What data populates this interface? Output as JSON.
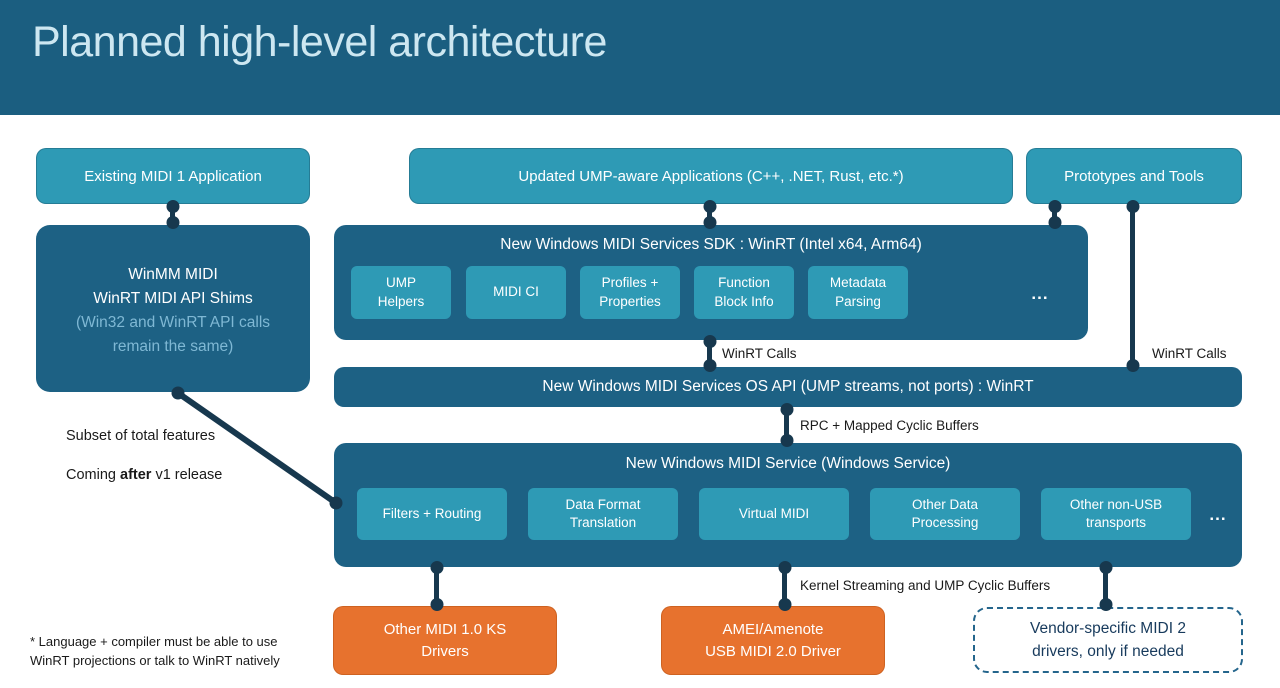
{
  "header": {
    "title": "Planned high-level architecture"
  },
  "colors": {
    "header_bg": "#1B5E80",
    "box_dark": "#1D6184",
    "box_teal": "#2E9AB5",
    "connector": "#17384E",
    "driver_orange": "#E7722E",
    "winmm_note_text": "#7FB8D4",
    "vendor_text": "#173A5C",
    "title_text": "#CDE7F1"
  },
  "top_row": {
    "existing_app": "Existing MIDI 1 Application",
    "updated_apps": "Updated UMP-aware Applications (C++, .NET, Rust, etc.*)",
    "prototypes": "Prototypes and Tools"
  },
  "winmm": {
    "main": "WinMM MIDI\nWinRT MIDI API Shims",
    "note": "(Win32 and WinRT API calls\nremain the same)"
  },
  "sdk": {
    "title": "New Windows MIDI Services SDK : WinRT (Intel x64, Arm64)",
    "modules": [
      "UMP\nHelpers",
      "MIDI CI",
      "Profiles +\nProperties",
      "Function\nBlock Info",
      "Metadata\nParsing"
    ],
    "ellipsis": "..."
  },
  "os_api": {
    "title": "New Windows MIDI Services OS API (UMP streams, not ports) : WinRT"
  },
  "service": {
    "title": "New Windows MIDI Service (Windows Service)",
    "modules": [
      "Filters + Routing",
      "Data Format\nTranslation",
      "Virtual MIDI",
      "Other Data\nProcessing",
      "Other non-USB\ntransports"
    ],
    "ellipsis": "..."
  },
  "edge_labels": {
    "winrt_calls_left": "WinRT Calls",
    "winrt_calls_right": "WinRT Calls",
    "rpc": "RPC + Mapped Cyclic Buffers",
    "kernel": "Kernel Streaming and UMP Cyclic Buffers"
  },
  "drivers": {
    "ks": "Other MIDI 1.0 KS\nDrivers",
    "usb": "AMEI/Amenote\nUSB MIDI 2.0 Driver",
    "vendor": "Vendor-specific MIDI 2\ndrivers, only if needed"
  },
  "side_notes": {
    "subset": "Subset of total features",
    "coming_prefix": "Coming ",
    "coming_bold": "after",
    "coming_suffix": " v1 release",
    "footnote": "* Language + compiler must be able to use\nWinRT projections or talk to WinRT natively"
  }
}
